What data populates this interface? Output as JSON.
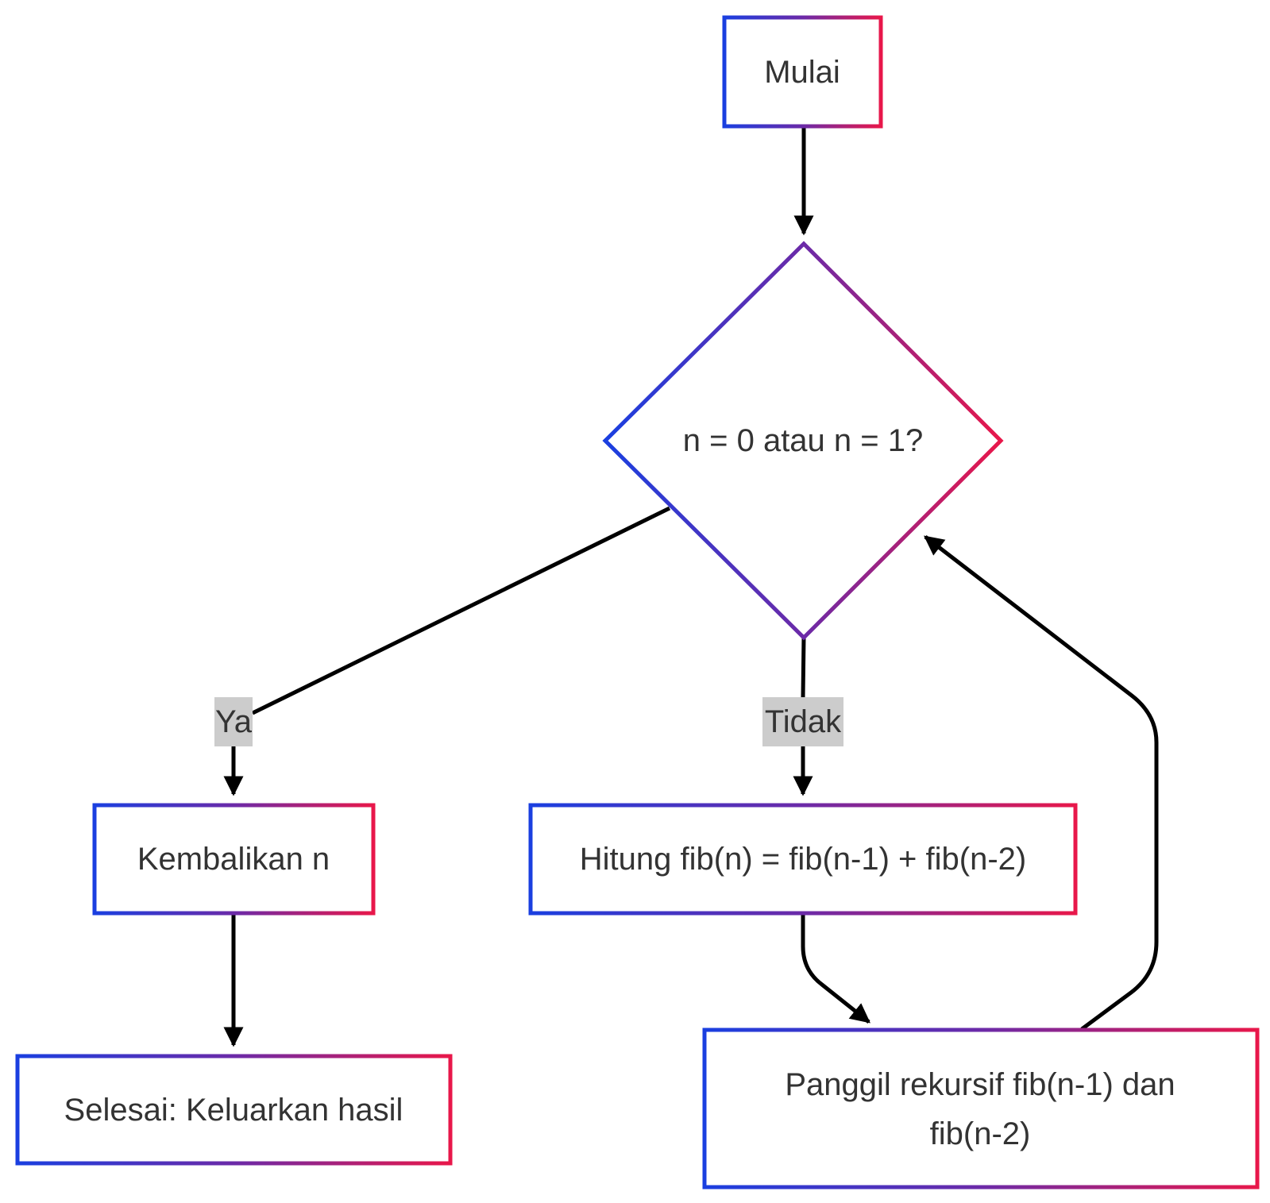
{
  "diagram": {
    "type": "flowchart",
    "nodes": {
      "start": {
        "label": "Mulai"
      },
      "decision": {
        "label": "n = 0 atau n = 1?"
      },
      "return_n": {
        "label": "Kembalikan n"
      },
      "compute": {
        "label": "Hitung fib(n) = fib(n-1) + fib(n-2)"
      },
      "recursive": {
        "label_line1": "Panggil rekursif fib(n-1) dan",
        "label_line2": "fib(n-2)"
      },
      "end": {
        "label": "Selesai: Keluarkan hasil"
      }
    },
    "edges": {
      "yes_label": "Ya",
      "no_label": "Tidak"
    },
    "colors": {
      "border_gradient_start": "#1a3fe0",
      "border_gradient_mid": "#6b2aa8",
      "border_gradient_end": "#e8174a",
      "edge": "#000000",
      "text": "#333333",
      "edge_label_bg": "#cccccc"
    }
  }
}
